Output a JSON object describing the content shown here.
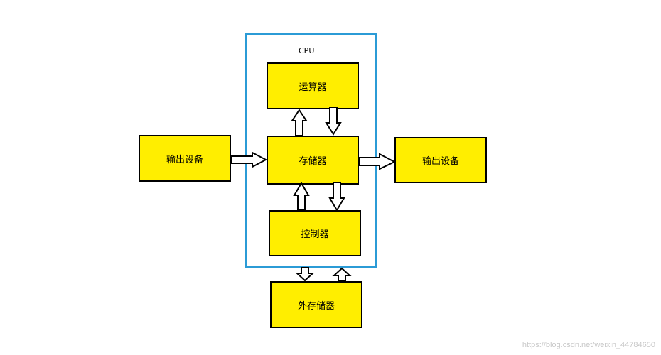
{
  "colors": {
    "box_fill": "#ffee00",
    "box_border": "#000000",
    "cpu_frame": "#2b9bd6",
    "arrow": "#000000"
  },
  "cpu": {
    "label": "CPU"
  },
  "blocks": {
    "alu": "运算器",
    "memory": "存储器",
    "control": "控制器",
    "input_device": "输出设备",
    "output_device": "输出设备",
    "external_storage": "外存储器"
  },
  "watermark": "https://blog.csdn.net/weixin_44784650"
}
